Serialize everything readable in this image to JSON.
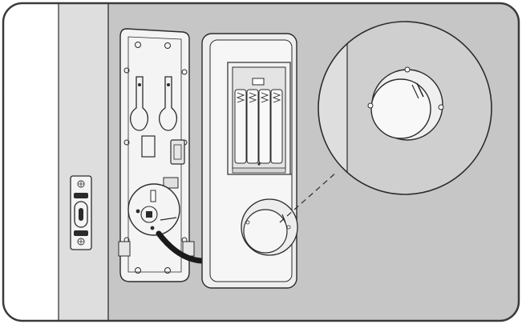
{
  "figure": {
    "kind": "installation-illustration",
    "description_icons": [
      "door-frame",
      "strike-plate",
      "mounting-plate",
      "lock-interior-unit",
      "battery-holder",
      "thumb-turn-knob",
      "magnified-detail-circle"
    ]
  },
  "colors": {
    "frame_outline": "#3a3a3a",
    "door_panel": "#c8c8c8",
    "door_edge_strip": "#dedede",
    "plate_fill": "#f4f4f4",
    "line": "#2b2b2b",
    "cable": "#1a1a1a",
    "background": "#ffffff"
  }
}
